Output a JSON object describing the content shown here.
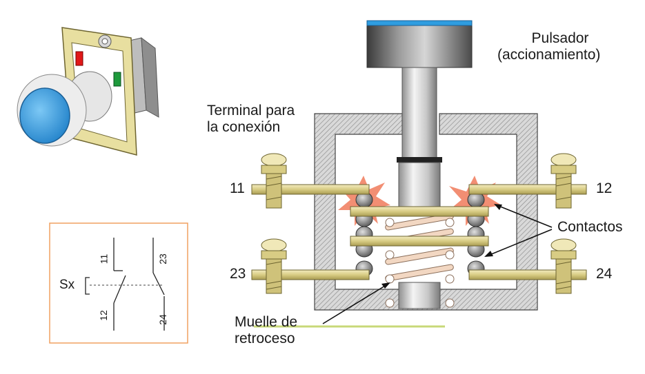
{
  "labels": {
    "pulsador_line1": "Pulsador",
    "pulsador_line2": "(accionamiento)",
    "terminal_line1": "Terminal para",
    "terminal_line2": "la conexión",
    "contactos": "Contactos",
    "muelle_line1": "Muelle de",
    "muelle_line2": "retroceso"
  },
  "terminals": {
    "t11": "11",
    "t12": "12",
    "t23": "23",
    "t24": "24"
  },
  "symbol": {
    "device": "Sx",
    "nc_top": "11",
    "nc_bottom": "12",
    "no_top": "23",
    "no_bottom": "24"
  },
  "colors": {
    "button_blue": "#2f9de0",
    "plate_yellow": "#e8dfa0",
    "contact_red": "#e01818",
    "contact_green": "#1e9a3c",
    "spark": "#f07a5a",
    "spring": "#f2d7c2",
    "housing_hatch": "#7a7a7a",
    "frame_orange": "#f0a060",
    "baseline": "#c8d878"
  }
}
